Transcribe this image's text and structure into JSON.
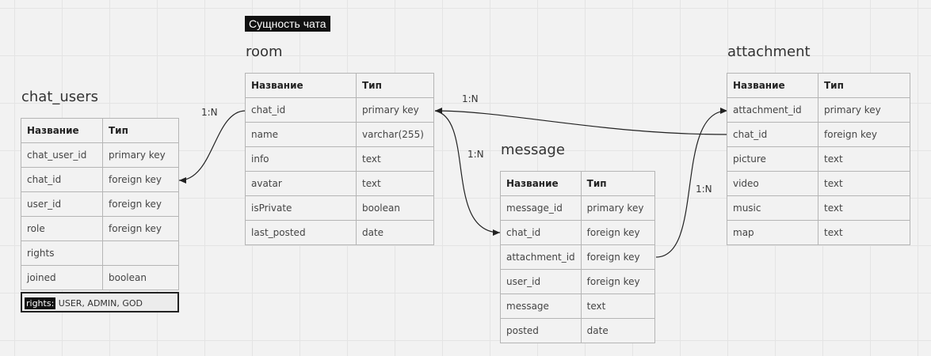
{
  "diagram_title": "Сущность чата",
  "headers": {
    "name": "Название",
    "type": "Тип"
  },
  "entities": {
    "chat_users": {
      "title": "chat_users",
      "rows": [
        {
          "name": "chat_user_id",
          "type": "primary key"
        },
        {
          "name": "chat_id",
          "type": "foreign key"
        },
        {
          "name": "user_id",
          "type": "foreign key"
        },
        {
          "name": "role",
          "type": "foreign key"
        },
        {
          "name": "rights",
          "type": ""
        },
        {
          "name": "joined",
          "type": "boolean"
        }
      ],
      "note": {
        "key": "rights:",
        "value": " USER, ADMIN, GOD"
      }
    },
    "room": {
      "title": "room",
      "rows": [
        {
          "name": "chat_id",
          "type": "primary key"
        },
        {
          "name": "name",
          "type": "varchar(255)"
        },
        {
          "name": "info",
          "type": "text"
        },
        {
          "name": "avatar",
          "type": "text"
        },
        {
          "name": "isPrivate",
          "type": "boolean"
        },
        {
          "name": "last_posted",
          "type": "date"
        }
      ]
    },
    "message": {
      "title": "message",
      "rows": [
        {
          "name": "message_id",
          "type": "primary key"
        },
        {
          "name": "chat_id",
          "type": "foreign key"
        },
        {
          "name": "attachment_id",
          "type": "foreign key"
        },
        {
          "name": "user_id",
          "type": "foreign key"
        },
        {
          "name": "message",
          "type": "text"
        },
        {
          "name": "posted",
          "type": "date"
        }
      ]
    },
    "attachment": {
      "title": "attachment",
      "rows": [
        {
          "name": "attachment_id",
          "type": "primary key"
        },
        {
          "name": "chat_id",
          "type": "foreign key"
        },
        {
          "name": "picture",
          "type": "text"
        },
        {
          "name": "video",
          "type": "text"
        },
        {
          "name": "music",
          "type": "text"
        },
        {
          "name": "map",
          "type": "text"
        }
      ]
    }
  },
  "relations": [
    {
      "from": "room.chat_id",
      "to": "chat_users.chat_id",
      "cardinality": "1:N"
    },
    {
      "from": "room.chat_id",
      "to": "message.chat_id",
      "cardinality": "1:N"
    },
    {
      "from": "attachment.chat_id",
      "to": "room.chat_id",
      "cardinality": "1:N"
    },
    {
      "from": "message.attachment_id",
      "to": "attachment.attachment_id",
      "cardinality": "1:N"
    }
  ],
  "colors": {
    "line": "#222222",
    "border": "#b5b5b5",
    "badge_bg": "#111111"
  }
}
